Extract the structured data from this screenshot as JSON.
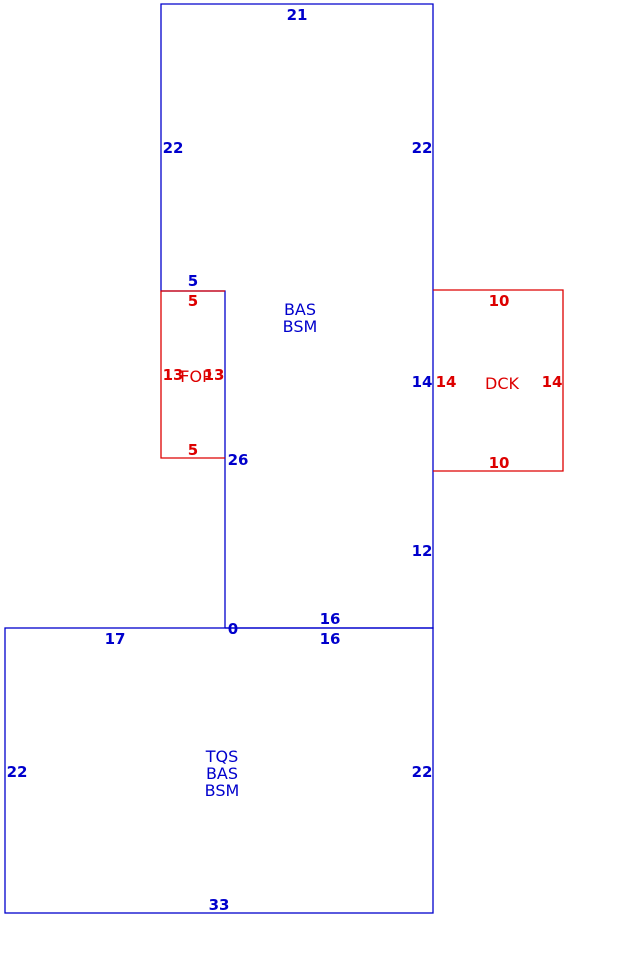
{
  "colors": {
    "primary": "#0000cc",
    "addition": "#dd0000"
  },
  "main_structure": {
    "label_lines": [
      "BAS",
      "BSM"
    ],
    "dimensions": {
      "top": "21",
      "left_upper": "22",
      "right_upper": "22",
      "notch_top": "5",
      "notch_side": "26",
      "right_lower": "12",
      "bottom_join": "16",
      "corner": "0"
    }
  },
  "lower_structure": {
    "label_lines": [
      "TQS",
      "BAS",
      "BSM"
    ],
    "dimensions": {
      "top_left": "17",
      "top_right": "16",
      "left": "22",
      "right": "22",
      "bottom": "33"
    }
  },
  "porch": {
    "label": "FOP",
    "dimensions": {
      "top": "5",
      "bottom": "5",
      "left": "13",
      "right": "13"
    }
  },
  "deck": {
    "label": "DCK",
    "shared_side_main": "14",
    "dimensions": {
      "top": "10",
      "bottom": "10",
      "left": "14",
      "right": "14"
    }
  }
}
